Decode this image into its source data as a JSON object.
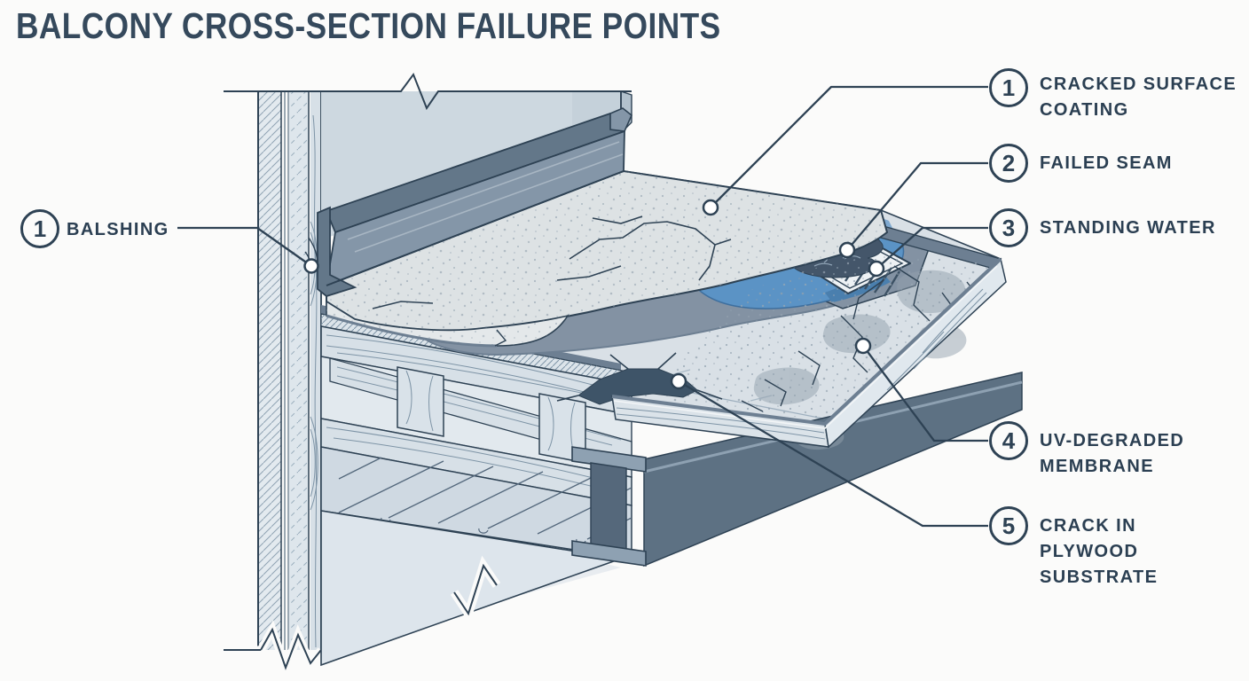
{
  "title": "BALCONY CROSS-SECTION FAILURE POINTS",
  "callouts": {
    "left": [
      {
        "num": "1",
        "label": "BALSHING"
      }
    ],
    "right": [
      {
        "num": "1",
        "label": "CRACKED SURFACE\nCOATING"
      },
      {
        "num": "2",
        "label": "FAILED SEAM"
      },
      {
        "num": "3",
        "label": "STANDING WATER"
      },
      {
        "num": "4",
        "label": "UV-DEGRADED\nMEMBRANE"
      },
      {
        "num": "5",
        "label": "CRACK IN\nPLYWOOD\nSUBSTRATE"
      }
    ]
  },
  "colors": {
    "ink": "#2e4254",
    "title_text": "#35495c",
    "wall_face": "#cdd8e0",
    "flashing_top": "#637789",
    "flashing_face": "#8496a8",
    "concrete": "#dde2e4",
    "membrane": "#8392a3",
    "membrane_dark": "#6d7f92",
    "water": "#5b93c5",
    "water_light": "#a9c6de",
    "wood": "#d7e0e7",
    "beam": "#5d7183",
    "background": "#fbfbfa"
  }
}
